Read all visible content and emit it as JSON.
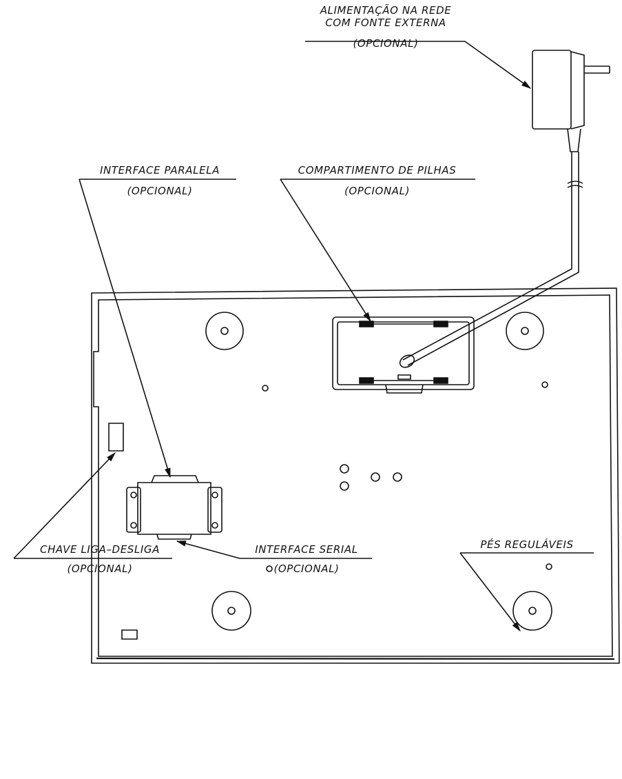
{
  "labels": {
    "power": {
      "line1": "ALIMENTAÇÃO NA REDE",
      "line2": "COM FONTE EXTERNA",
      "line3": "(OPCIONAL)"
    },
    "parallel": {
      "line1": "INTERFACE PARALELA",
      "line2": "(OPCIONAL)"
    },
    "battery": {
      "line1": "COMPARTIMENTO DE PILHAS",
      "line2": "(OPCIONAL)"
    },
    "switch": {
      "line1": "CHAVE LIGA–DESLIGA",
      "line2": "(OPCIONAL)"
    },
    "serial": {
      "line1": "INTERFACE SERIAL",
      "line2": "(OPCIONAL)"
    },
    "feet": {
      "line1": "PÉS REGULÁVEIS"
    }
  },
  "colors": {
    "ink": "#111111",
    "paper": "#ffffff"
  }
}
